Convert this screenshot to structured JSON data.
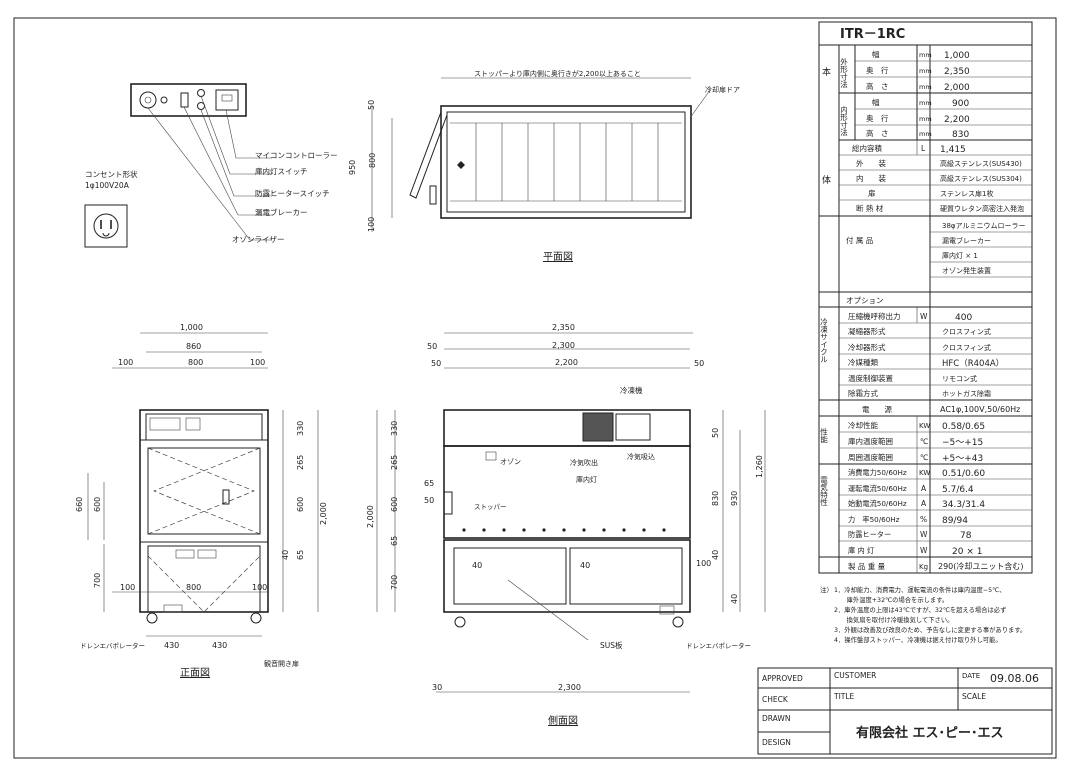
{
  "model": "ITR－1RC",
  "panel": {
    "labels": [
      "マイコンコントローラー",
      "庫内灯スイッチ",
      "防露ヒータースイッチ",
      "漏電ブレーカー",
      "オゾンライザー"
    ],
    "outlet_label": "コンセント形状",
    "outlet_spec": "1φ100V20A"
  },
  "views": {
    "plan_title": "平面図",
    "front_title": "正面図",
    "side_title": "側面図",
    "plan_note": "ストッパーより庫内側に奥行きが2,200以上あること",
    "door_label": "冷却扉ドア",
    "plan_dims": [
      "50",
      "800",
      "950",
      "100"
    ],
    "front_top_dims": [
      "1,000",
      "860",
      "100",
      "800",
      "100"
    ],
    "front_right_dims": [
      "330",
      "265",
      "600",
      "2,000",
      "40",
      "65"
    ],
    "front_left_dims": [
      "660",
      "600",
      "700"
    ],
    "front_bottom_dims": [
      "100",
      "800",
      "100",
      "430",
      "430"
    ],
    "front_labels": [
      "ドレンエバポレーター",
      "観音開き扉"
    ],
    "side_top_dims": [
      "2,350",
      "50",
      "2,300",
      "50",
      "2,200",
      "50"
    ],
    "side_left_dims": [
      "330",
      "265",
      "600",
      "2,000",
      "65",
      "50",
      "65",
      "700"
    ],
    "side_right_dims": [
      "50",
      "830",
      "930",
      "1,260",
      "40",
      "100",
      "40"
    ],
    "side_labels": [
      "冷凍機",
      "オゾン",
      "冷気吹出",
      "冷気吸込",
      "庫内灯",
      "ストッパー",
      "SUS板",
      "ドレンエバポレーター"
    ],
    "side_bottom_dims": [
      "30",
      "2,300"
    ],
    "side_inner_dims": [
      "40",
      "40"
    ]
  },
  "spec_table": {
    "body_label": "本",
    "body_label2": "体",
    "outer_label": "外形寸法",
    "inner_label": "内形寸法",
    "rows_outer": [
      {
        "name": "幅",
        "unit": "mm",
        "value": "1,000"
      },
      {
        "name": "奥　行",
        "unit": "mm",
        "value": "2,350"
      },
      {
        "name": "高　さ",
        "unit": "mm",
        "value": "2,000"
      }
    ],
    "rows_inner": [
      {
        "name": "幅",
        "unit": "mm",
        "value": "900"
      },
      {
        "name": "奥　行",
        "unit": "mm",
        "value": "2,200"
      },
      {
        "name": "高　さ",
        "unit": "mm",
        "value": "830"
      }
    ],
    "rows_body": [
      {
        "name": "総内容積",
        "unit": "L",
        "value": "1,415"
      },
      {
        "name": "外　　装",
        "unit": "",
        "value": "高級ステンレス(SUS430)"
      },
      {
        "name": "内　　装",
        "unit": "",
        "value": "高級ステンレス(SUS304)"
      },
      {
        "name": "扉",
        "unit": "",
        "value": "ステンレス扉1枚"
      },
      {
        "name": "断 熱 材",
        "unit": "",
        "value": "硬質ウレタン高密注入発泡"
      }
    ],
    "accessories_label": "付 属 品",
    "accessories": [
      "38φアルミニウムローラー",
      "漏電ブレーカー",
      "庫内灯 × 1",
      "オゾン発生装置"
    ],
    "option_label": "オプション",
    "cycle_label": "冷凍サイクル",
    "rows_cycle": [
      {
        "name": "圧縮機呼称出力",
        "unit": "W",
        "value": "400"
      },
      {
        "name": "凝縮器形式",
        "unit": "",
        "value": "クロスフィン式"
      },
      {
        "name": "冷却器形式",
        "unit": "",
        "value": "クロスフィン式"
      },
      {
        "name": "冷媒種類",
        "unit": "",
        "value": "HFC（R404A）"
      },
      {
        "name": "温度制御装置",
        "unit": "",
        "value": "リモコン式"
      },
      {
        "name": "除霜方式",
        "unit": "",
        "value": "ホットガス除霜"
      }
    ],
    "power_label": "電　　源",
    "power_value": "AC1φ,100V,50/60Hz",
    "perf_label": "性能",
    "rows_perf": [
      {
        "name": "冷却性能",
        "unit": "KW",
        "value": "0.58/0.65"
      },
      {
        "name": "庫内温度範囲",
        "unit": "℃",
        "value": "−5〜+15"
      },
      {
        "name": "周囲温度範囲",
        "unit": "℃",
        "value": "+5〜+43"
      }
    ],
    "elec_label": "電気特性",
    "rows_elec": [
      {
        "name": "消費電力50/60Hz",
        "unit": "KW",
        "value": "0.51/0.60"
      },
      {
        "name": "運転電流50/60Hz",
        "unit": "A",
        "value": "5.7/6.4"
      },
      {
        "name": "始動電流50/60Hz",
        "unit": "A",
        "value": "34.3/31.4"
      },
      {
        "name": "力　率50/60Hz",
        "unit": "%",
        "value": "89/94"
      },
      {
        "name": "防露ヒーター",
        "unit": "W",
        "value": "78"
      },
      {
        "name": "庫 内 灯",
        "unit": "W",
        "value": "20 × 1"
      }
    ],
    "weight_label": "製 品 重 量",
    "weight_unit": "Kg",
    "weight_value": "290(冷却ユニット含む)"
  },
  "notes": {
    "prefix": "注）",
    "items": [
      "1．冷却能力、消費電力、運転電流の条件は庫内温度−5℃、",
      "　　庫外温度+32℃の場合を示します。",
      "2．庫外温度の上限は43℃ですが、32℃を超える場合は必ず",
      "　　換気扇を取付け冷暖換気して下さい。",
      "3．外観は改善及び改良のため、予告なしに変更する事があります。",
      "4．操作盤部ストッパー、冷凍機は据え付け取り外し可能。"
    ]
  },
  "title_block": {
    "approved": "APPROVED",
    "customer": "CUSTOMER",
    "date_label": "DATE",
    "date_value": "09.08.06",
    "check": "CHECK",
    "title": "TITLE",
    "scale": "SCALE",
    "drawn": "DRAWN",
    "design": "DESIGN",
    "company": "有限会社 エス･ピー･エス"
  }
}
